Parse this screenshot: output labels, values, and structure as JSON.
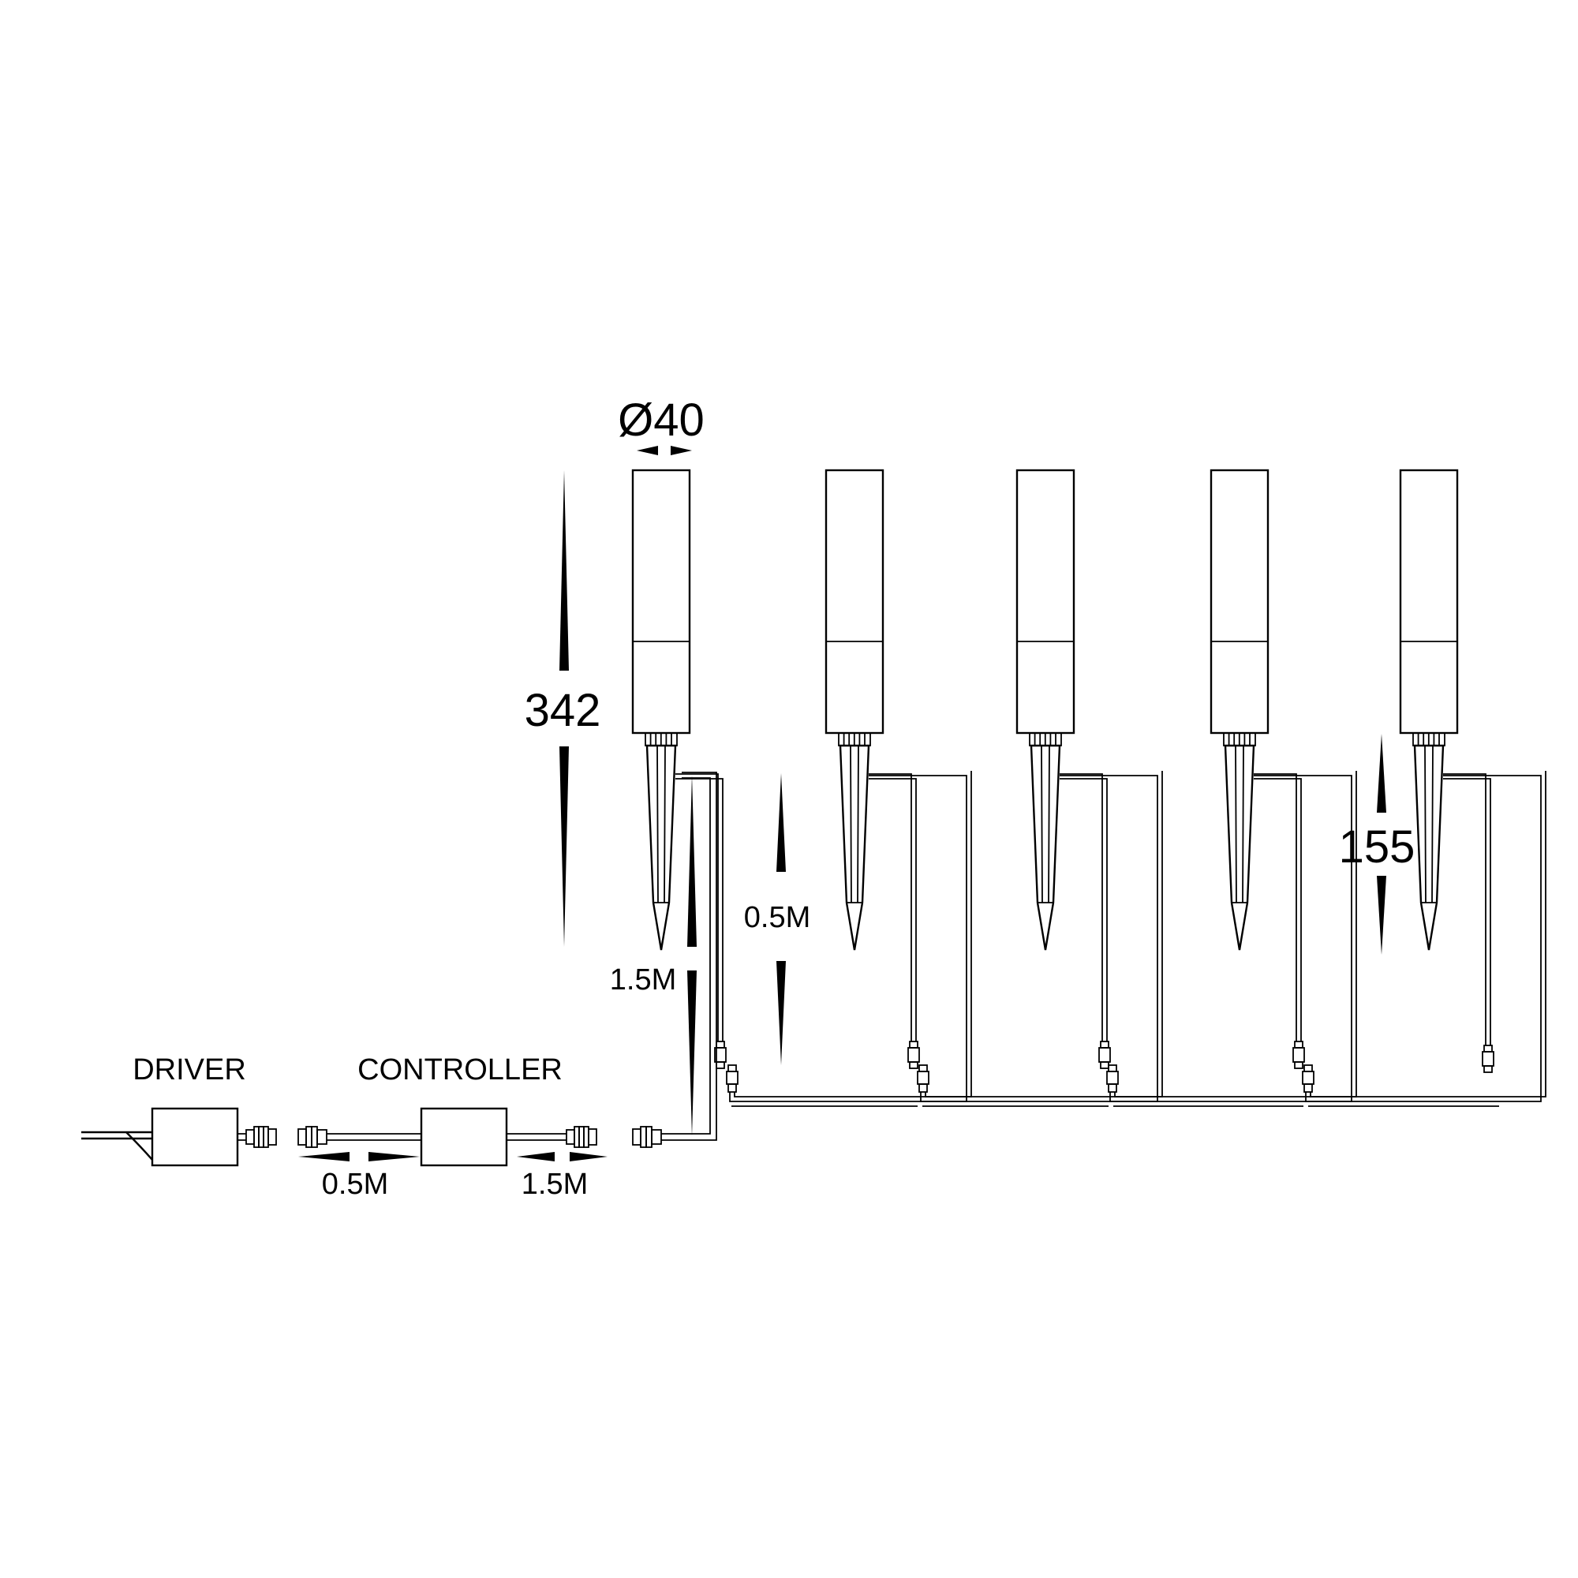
{
  "labels": {
    "diameter": "Ø40",
    "height": "342",
    "spike_length": "155",
    "lead_short": "0.5M",
    "lead_long": "1.5M",
    "driver": "DRIVER",
    "controller": "CONTROLLER",
    "driver_to_controller": "0.5M",
    "controller_to_light": "1.5M"
  }
}
